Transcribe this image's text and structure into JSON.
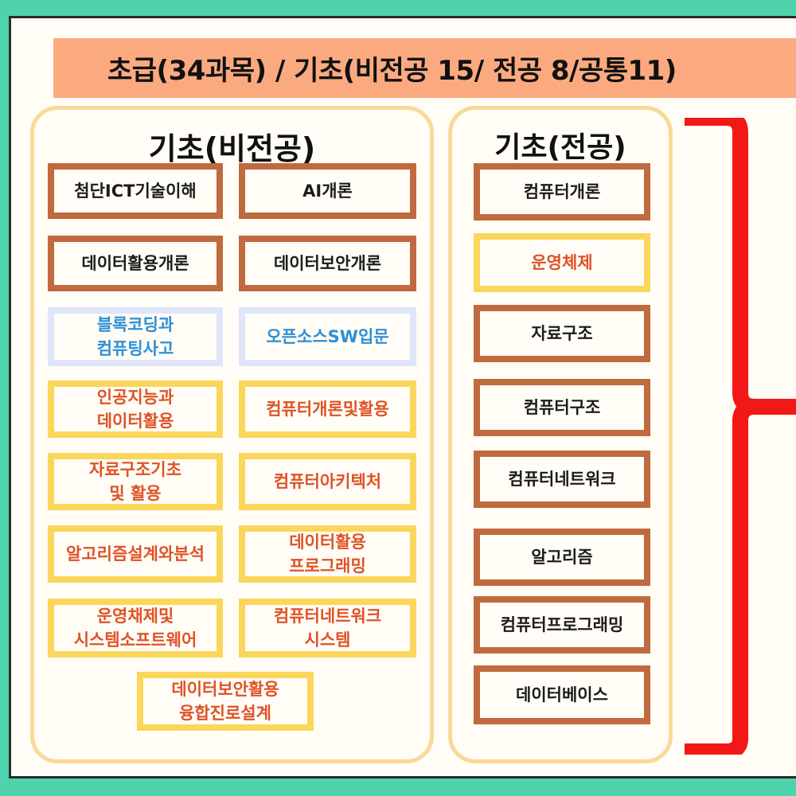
{
  "banner": {
    "title": "초급(34과목) / 기초(비전공 15/ 전공 8/공통11)"
  },
  "left_panel": {
    "title": "기초(비전공)",
    "boxes": [
      {
        "label": "첨단ICT기술이해",
        "style": "brown"
      },
      {
        "label": "AI개론",
        "style": "brown"
      },
      {
        "label": "데이터활용개론",
        "style": "brown"
      },
      {
        "label": "데이터보안개론",
        "style": "brown"
      },
      {
        "label": "블록코딩과\n컴퓨팅사고",
        "style": "blue"
      },
      {
        "label": "오픈소스SW입문",
        "style": "blue"
      },
      {
        "label": "인공지능과\n데이터활용",
        "style": "yellow"
      },
      {
        "label": "컴퓨터개론및활용",
        "style": "yellow"
      },
      {
        "label": "자료구조기초\n및 활용",
        "style": "yellow"
      },
      {
        "label": "컴퓨터아키텍처",
        "style": "yellow"
      },
      {
        "label": "알고리즘설계와분석",
        "style": "yellow"
      },
      {
        "label": "데이터활용\n프로그래밍",
        "style": "yellow"
      },
      {
        "label": "운영채제및\n시스템소프트웨어",
        "style": "yellow"
      },
      {
        "label": "컴퓨터네트워크\n시스템",
        "style": "yellow"
      },
      {
        "label": "데이터보안활용\n융합진로설계",
        "style": "yellow"
      }
    ]
  },
  "right_panel": {
    "title": "기초(전공)",
    "boxes": [
      {
        "label": "컴퓨터개론",
        "style": "brown"
      },
      {
        "label": "운영체제",
        "style": "yellow"
      },
      {
        "label": "자료구조",
        "style": "brown"
      },
      {
        "label": "컴퓨터구조",
        "style": "brown"
      },
      {
        "label": "컴퓨터네트워크",
        "style": "brown"
      },
      {
        "label": "알고리즘",
        "style": "brown"
      },
      {
        "label": "컴퓨터프로그래밍",
        "style": "brown"
      },
      {
        "label": "데이터베이스",
        "style": "brown"
      }
    ]
  },
  "colors": {
    "brown_border": "#bf6a3f",
    "yellow_border": "#fad65a",
    "blue_border": "#dfe6fa",
    "bracket": "#f21818",
    "banner_bg": "#fbaa80"
  }
}
